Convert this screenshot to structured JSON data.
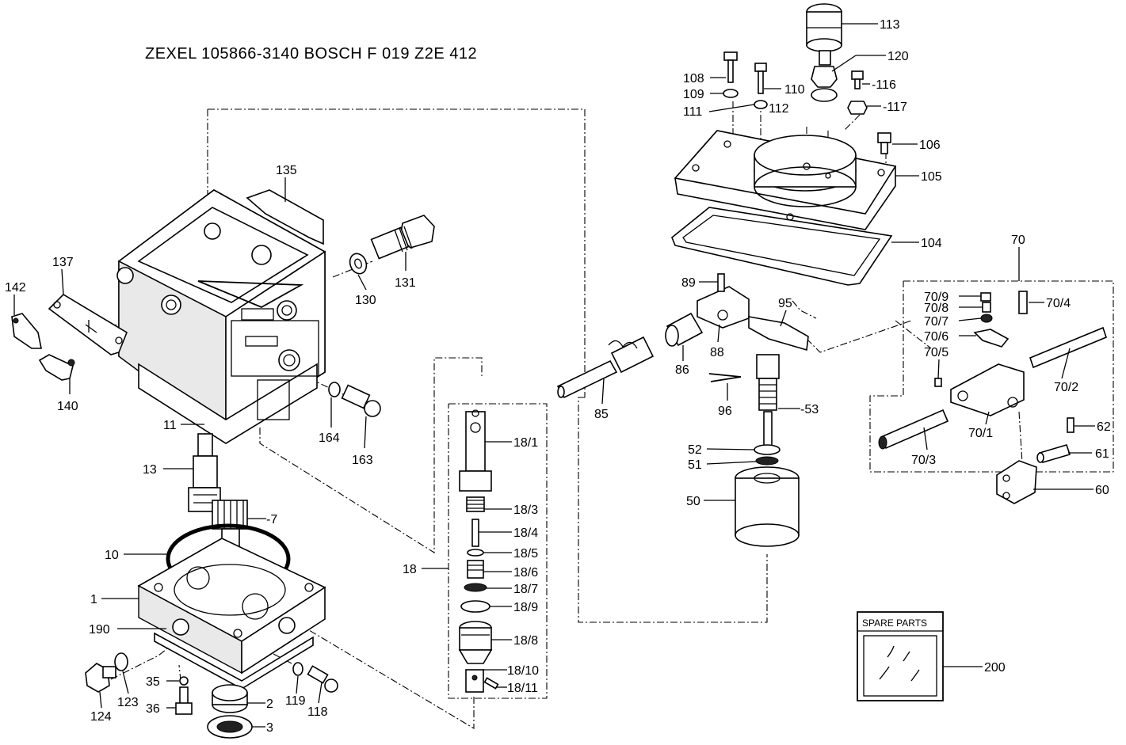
{
  "title": "ZEXEL 105866-3140  BOSCH  F 019 Z2E 412",
  "spare_parts_label": "SPARE PARTS",
  "labels": {
    "p113": "113",
    "p120": "120",
    "p108": "108",
    "p109": "109",
    "p110": "110",
    "p116": "-116",
    "p111": "111",
    "p112": "112",
    "p117": "-117",
    "p106": "106",
    "p105": "105",
    "p135": "135",
    "p104": "104",
    "p70": "70",
    "p137": "137",
    "p142": "142",
    "p131": "131",
    "p130": "130",
    "p89": "89",
    "p95": "95",
    "p70_9": "70/9",
    "p70_8": "70/8",
    "p70_4": "70/4",
    "p70_7": "70/7",
    "p70_6": "70/6",
    "p70_5": "70/5",
    "p88": "88",
    "p86": "86",
    "p70_2": "70/2",
    "p140": "140",
    "p85": "85",
    "p96": "96",
    "p53": "-53",
    "p11": "11",
    "p164": "164",
    "p18_1": "18/1",
    "p70_1": "70/1",
    "p62": "62",
    "p163": "163",
    "p52": "52",
    "p51": "51",
    "p70_3": "70/3",
    "p61": "61",
    "p13": "13",
    "p50": "50",
    "p60": "60",
    "p18_3": "18/3",
    "p7": "-7",
    "p18_4": "18/4",
    "p10": "10",
    "p18_5": "18/5",
    "p18": "18",
    "p18_6": "18/6",
    "p1": "1",
    "p18_7": "18/7",
    "p18_9": "18/9",
    "p190": "190",
    "p18_8": "18/8",
    "p200": "200",
    "p18_10": "18/10",
    "p35": "35",
    "p18_11": "18/11",
    "p123": "123",
    "p119": "119",
    "p2": "2",
    "p124": "124",
    "p36": "36",
    "p118": "118",
    "p3": "3"
  }
}
